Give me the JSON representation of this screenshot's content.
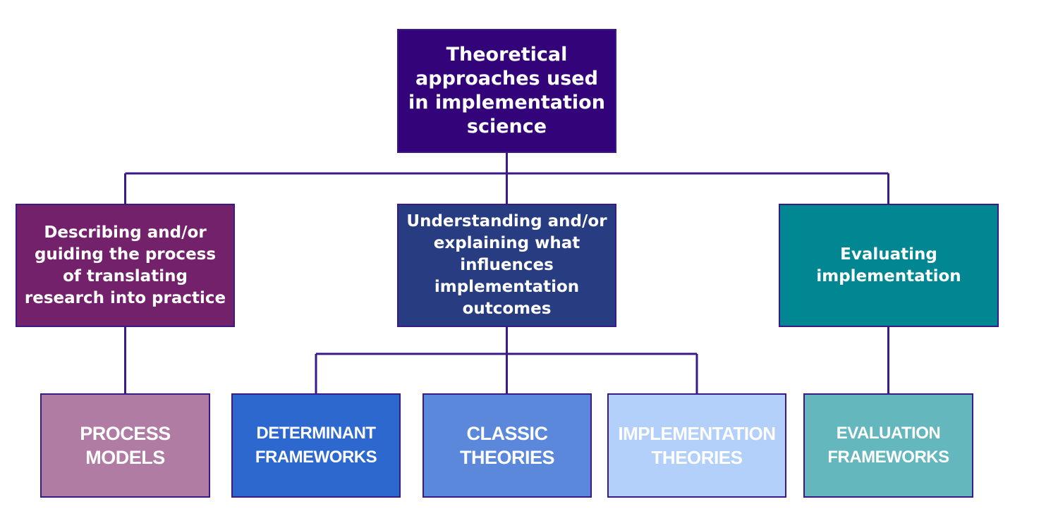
{
  "root": {
    "label": "Theoretical approaches used in implementation science",
    "color": "#33037a"
  },
  "aims": [
    {
      "label": "Describing and/or guiding the process of translating research into practice",
      "color": "#73216b"
    },
    {
      "label": "Understanding and/or explaining what influences implementation outcomes",
      "color": "#283c82"
    },
    {
      "label": "Evaluating implementation",
      "color": "#008791"
    }
  ],
  "categories": [
    {
      "label": "PROCESS MODELS",
      "color": "#b17ca4"
    },
    {
      "label": "DETERMINANT FRAMEWORKS",
      "color": "#2d68ce"
    },
    {
      "label": "CLASSIC THEORIES",
      "color": "#5b88db"
    },
    {
      "label": "IMPLEMENTATION THEORIES",
      "color": "#b3d0fb"
    },
    {
      "label": "EVALUATION FRAMEWORKS",
      "color": "#64b7bd"
    }
  ],
  "connector_color": "#3a1a86"
}
